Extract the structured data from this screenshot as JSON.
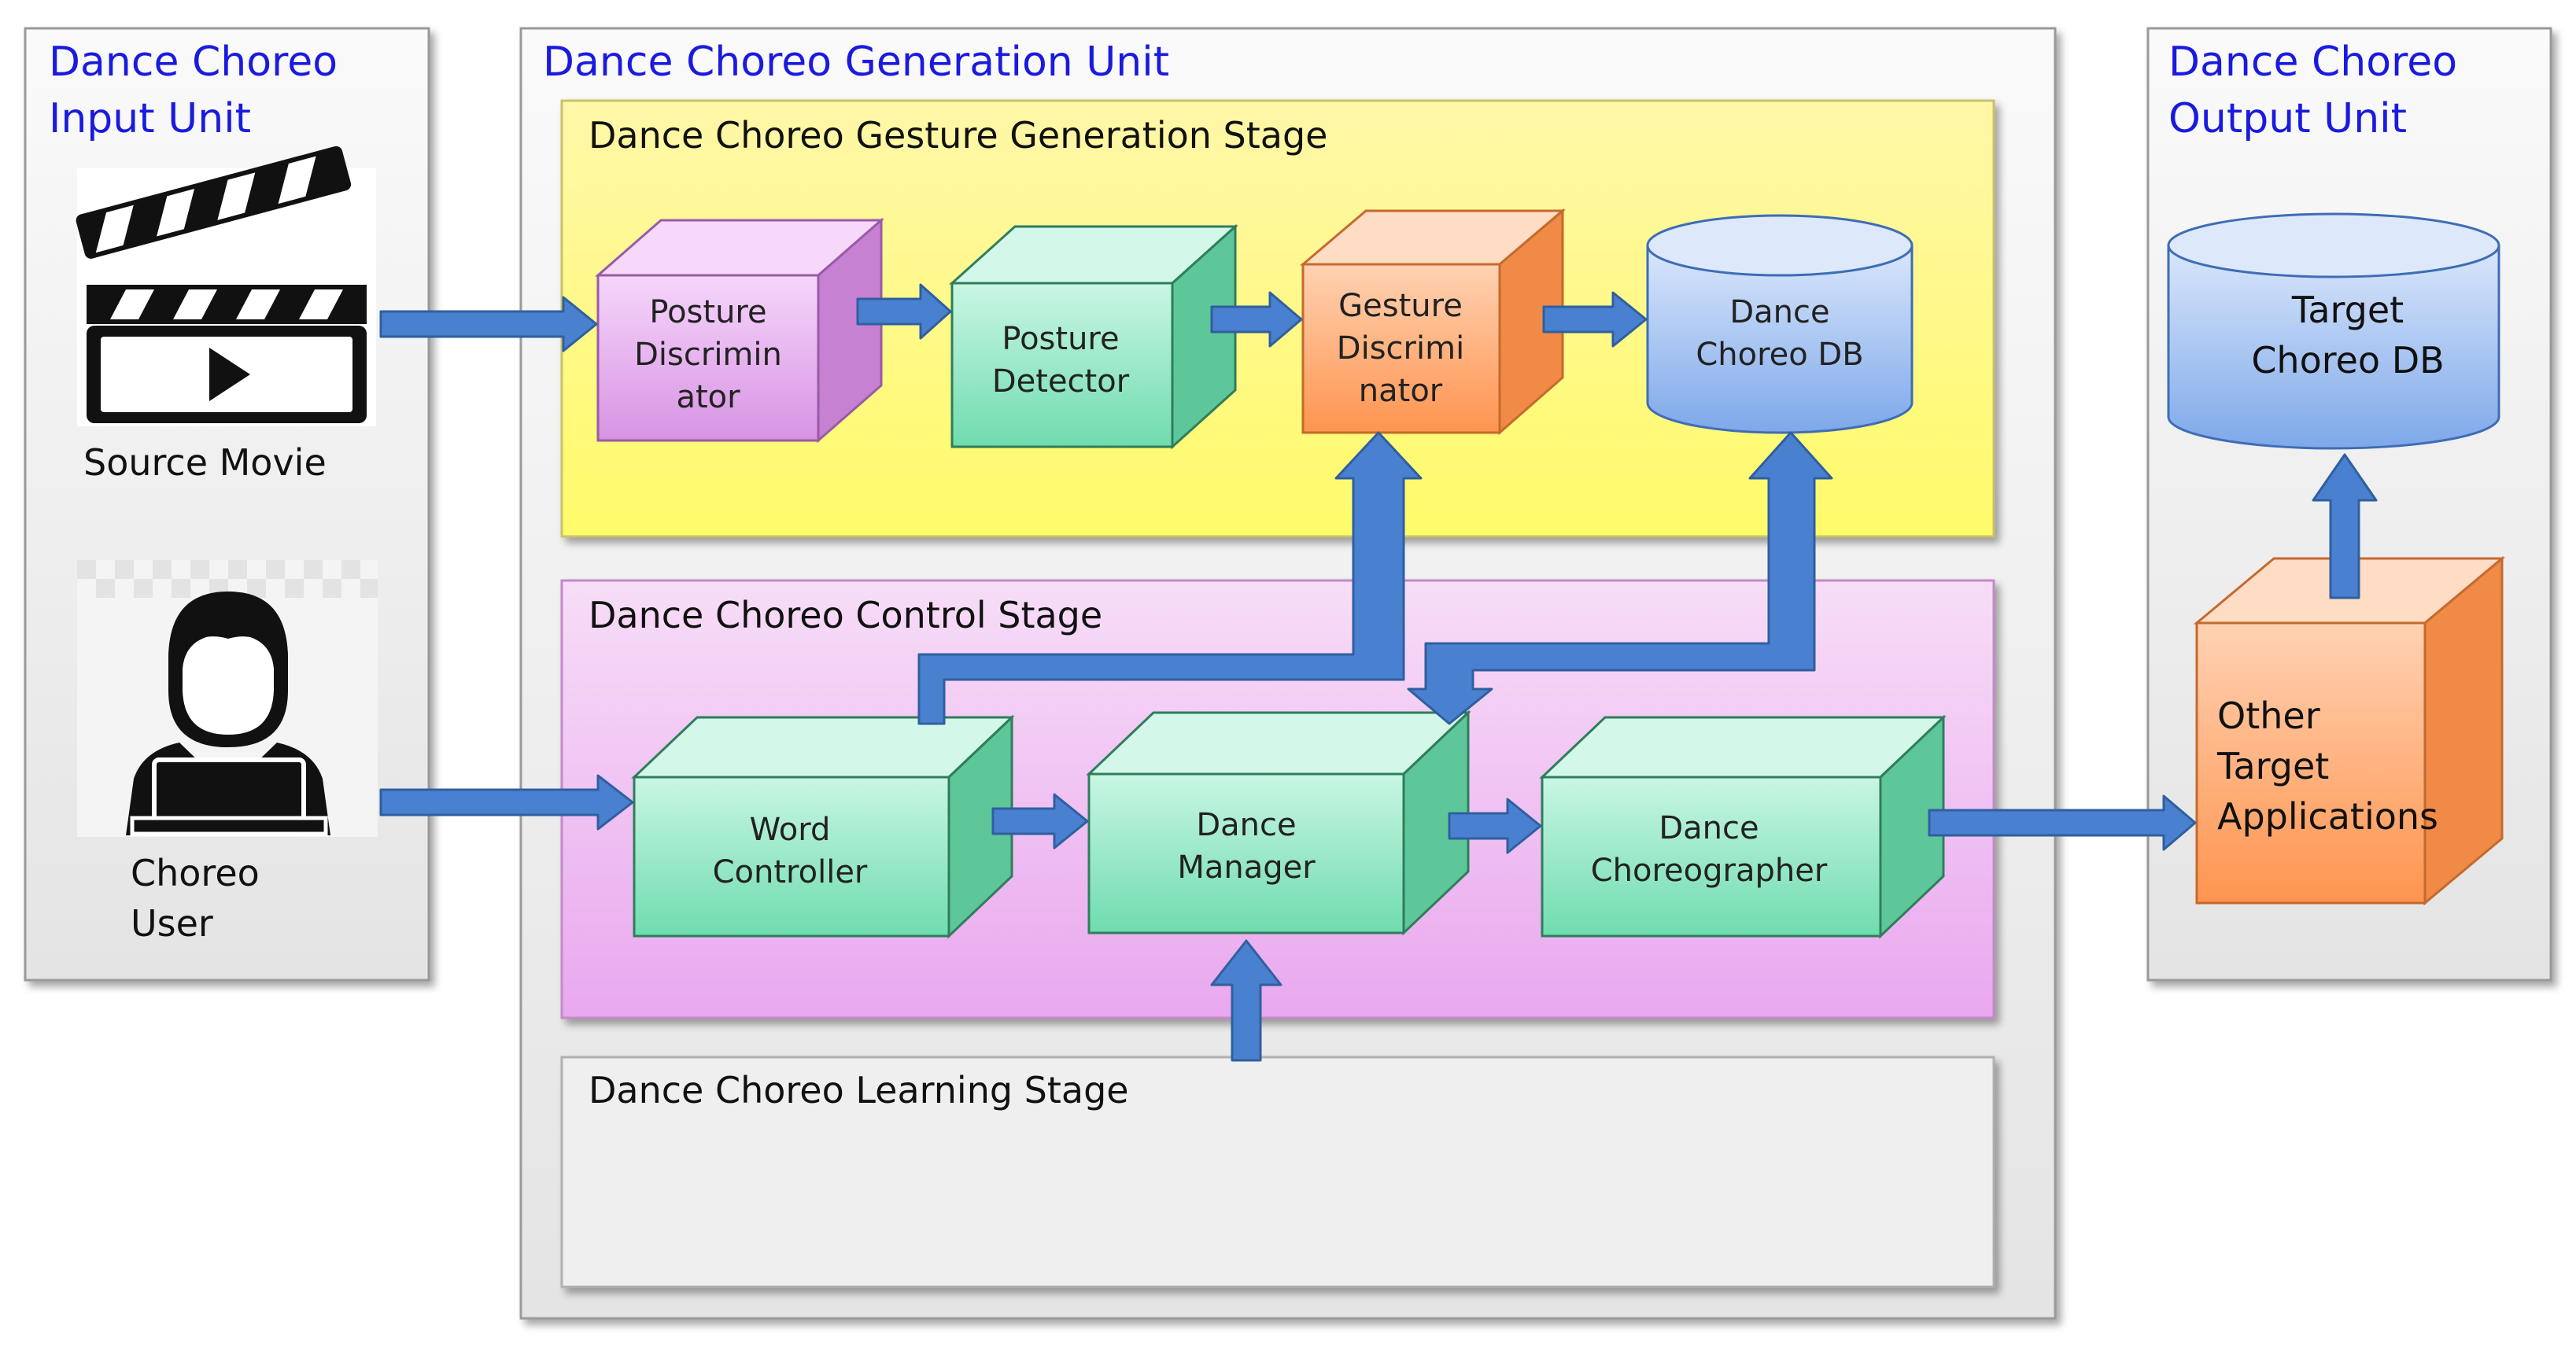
{
  "colors": {
    "unit_title": "#1a1adf",
    "arrow": "#4a80d0",
    "arrow_stroke": "#2f5f9f",
    "gesture_stage_bg": "#fffb8a",
    "control_stage_bg": "#f2bff2",
    "learning_stage_bg": "#efefef",
    "green_box": "#8fe8c0",
    "pink_box": "#e6a6ef",
    "orange_box": "#ffae7a",
    "db_blue": "#a9c6f3"
  },
  "input_unit": {
    "title_line1": "Dance Choreo",
    "title_line2": "Input Unit",
    "source_movie_icon": "clapperboard-icon",
    "source_movie_label": "Source Movie",
    "user_icon": "user-laptop-icon",
    "user_label_line1": "Choreo",
    "user_label_line2": "User"
  },
  "generation_unit": {
    "title": "Dance Choreo Generation Unit",
    "gesture_stage": {
      "title": "Dance Choreo Gesture Generation Stage",
      "posture_discriminator": [
        "Posture",
        "Discrimin",
        "ator"
      ],
      "posture_detector": [
        "Posture",
        "Detector"
      ],
      "gesture_discriminator": [
        "Gesture",
        "Discrimi",
        "nator"
      ],
      "dance_choreo_db": [
        "Dance",
        "Choreo DB"
      ]
    },
    "control_stage": {
      "title": "Dance Choreo Control Stage",
      "word_controller": [
        "Word",
        "Controller"
      ],
      "dance_manager": [
        "Dance",
        "Manager"
      ],
      "dance_choreographer": [
        "Dance",
        "Choreographer"
      ]
    },
    "learning_stage": {
      "title": "Dance Choreo Learning Stage"
    }
  },
  "output_unit": {
    "title_line1": "Dance Choreo",
    "title_line2": "Output Unit",
    "target_choreo_db": [
      "Target",
      "Choreo DB"
    ],
    "other_target_apps": [
      "Other",
      "Target",
      "Applications"
    ]
  }
}
